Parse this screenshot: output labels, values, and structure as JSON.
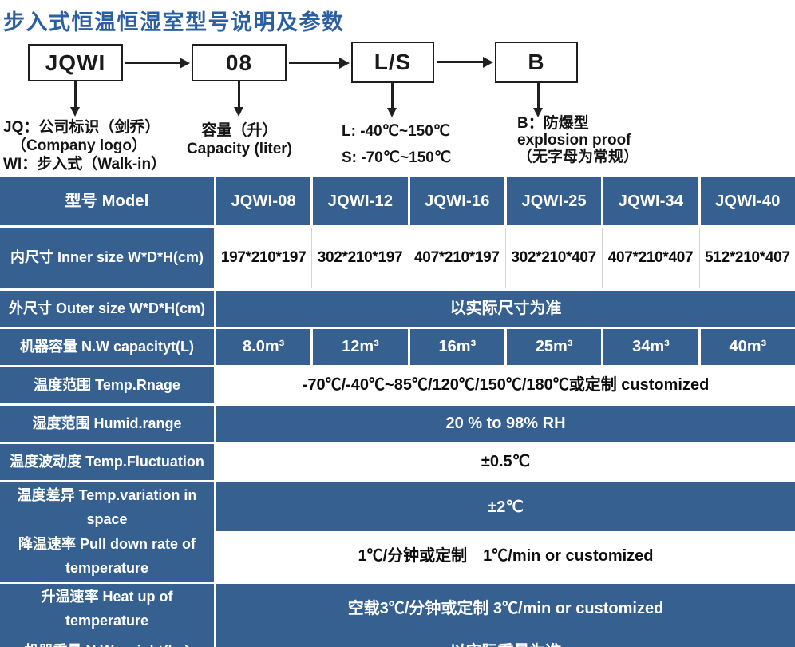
{
  "title": "步入式恒温恒湿室型号说明及参数",
  "colors": {
    "table_blue": "#356090",
    "title_blue": "#2b5fa1",
    "line_black": "#1f1f1f"
  },
  "diagram": {
    "boxes": [
      {
        "code": "JQWI"
      },
      {
        "code": "08"
      },
      {
        "code": "L/S"
      },
      {
        "code": "B"
      }
    ],
    "notes": {
      "company": [
        "JQ：公司标识（剑乔）",
        "（Company logo）",
        "WI：步入式（Walk-in）"
      ],
      "capacity": [
        "容量（升）",
        "Capacity (liter)"
      ],
      "range": [
        "L: -40℃~150℃",
        "S: -70℃~150℃"
      ],
      "explosion": [
        "B：防爆型",
        "explosion proof",
        "（无字母为常规）"
      ]
    }
  },
  "table": {
    "header": {
      "label": "型号 Model",
      "models": [
        "JQWI-08",
        "JQWI-12",
        "JQWI-16",
        "JQWI-25",
        "JQWI-34",
        "JQWI-40"
      ]
    },
    "rows": [
      {
        "label": "内尺寸 Inner size W*D*H(cm)",
        "values": [
          "197*210*197",
          "302*210*197",
          "407*210*197",
          "302*210*407",
          "407*210*407",
          "512*210*407"
        ]
      },
      {
        "label": "外尺寸 Outer size W*D*H(cm)",
        "value": "以实际尺寸为准"
      },
      {
        "label": "机器容量 N.W capacityt(L)",
        "values": [
          "8.0m³",
          "12m³",
          "16m³",
          "25m³",
          "34m³",
          "40m³"
        ]
      },
      {
        "label": "温度范围 Temp.Rnage",
        "value": "-70℃/-40℃~85℃/120℃/150℃/180℃或定制 customized"
      },
      {
        "label": "湿度范围 Humid.range",
        "value": "20 % to 98% RH"
      },
      {
        "label": "温度波动度 Temp.Fluctuation",
        "value": "±0.5℃"
      },
      {
        "label": "温度差异 Temp.variation in space",
        "value": "±2℃"
      },
      {
        "label": "降温速率 Pull down rate of temperature",
        "value": "1℃/分钟或定制　1℃/min or customized"
      },
      {
        "label": "升温速率 Heat up of temperature",
        "value": "空载3℃/分钟或定制 3℃/min or customized"
      },
      {
        "label": "机器重量 N.W weight(kg)",
        "value": "以实际重量为准"
      }
    ]
  }
}
